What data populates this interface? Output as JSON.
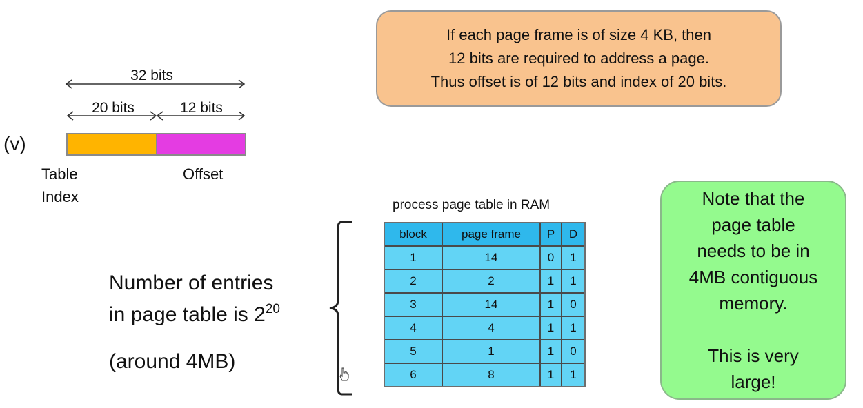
{
  "info_box": {
    "lines": [
      "If each page frame is of size 4 KB, then",
      "12 bits are required to address a page.",
      "Thus offset is of 12 bits and index of 20 bits."
    ]
  },
  "bit_diagram": {
    "total_label": "32 bits",
    "index_bits_label": "20 bits",
    "offset_bits_label": "12 bits",
    "item_label": "(v)",
    "index_label_line1": "Table",
    "index_label_line2": "Index",
    "offset_label": "Offset",
    "colors": {
      "index": "#ffb400",
      "offset": "#e43ce2"
    }
  },
  "entries_text": {
    "line1": "Number of entries",
    "line2_prefix": "in page table is 2",
    "line2_exponent": "20",
    "line3": "(around 4MB)"
  },
  "page_table": {
    "caption": "process page table in RAM",
    "headers": [
      "block",
      "page frame",
      "P",
      "D"
    ],
    "rows": [
      [
        "1",
        "14",
        "0",
        "1"
      ],
      [
        "2",
        "2",
        "1",
        "1"
      ],
      [
        "3",
        "14",
        "1",
        "0"
      ],
      [
        "4",
        "4",
        "1",
        "1"
      ],
      [
        "5",
        "1",
        "1",
        "0"
      ],
      [
        "6",
        "8",
        "1",
        "1"
      ]
    ]
  },
  "note_box": {
    "lines": [
      "Note that the",
      "page table",
      "needs to be in",
      "4MB contiguous",
      "memory.",
      "",
      "This is very",
      "large!"
    ]
  }
}
